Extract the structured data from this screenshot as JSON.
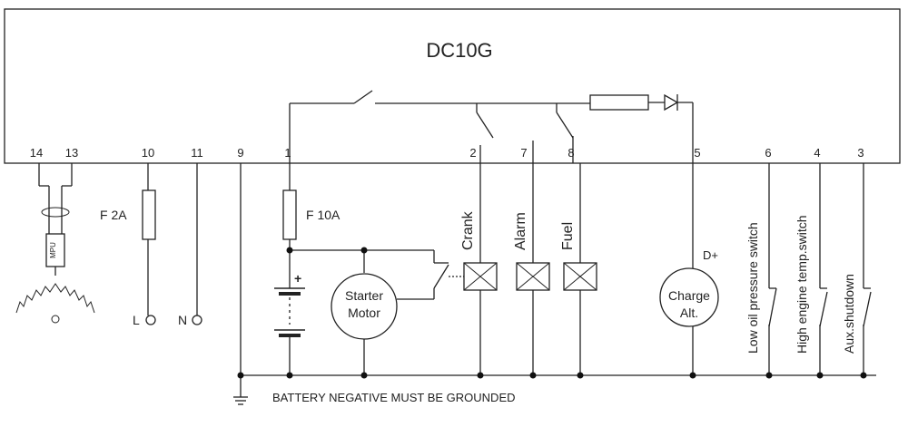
{
  "controller": {
    "title": "DC10G"
  },
  "terminals": [
    {
      "id": "t14",
      "label": "14"
    },
    {
      "id": "t13",
      "label": "13"
    },
    {
      "id": "t10",
      "label": "10"
    },
    {
      "id": "t11",
      "label": "11"
    },
    {
      "id": "t9",
      "label": "9"
    },
    {
      "id": "t1",
      "label": "1"
    },
    {
      "id": "t2",
      "label": "2"
    },
    {
      "id": "t7",
      "label": "7"
    },
    {
      "id": "t8",
      "label": "8"
    },
    {
      "id": "t5",
      "label": "5"
    },
    {
      "id": "t6",
      "label": "6"
    },
    {
      "id": "t4",
      "label": "4"
    },
    {
      "id": "t3",
      "label": "3"
    }
  ],
  "fuses": {
    "f2": "F 2A",
    "f10": "F 10A"
  },
  "mains": {
    "line": "L",
    "neutral": "N"
  },
  "sensor": {
    "mpu": "MPU"
  },
  "battery": {
    "plus": "+"
  },
  "motor": {
    "line1": "Starter",
    "line2": "Motor"
  },
  "relays": {
    "crank": "Crank",
    "alarm": "Alarm",
    "fuel": "Fuel"
  },
  "alternator": {
    "line1": "Charge",
    "line2": "Alt.",
    "terminal": "D+"
  },
  "switches": {
    "oil": "Low oil pressure switch",
    "temp": "High engine temp.switch",
    "aux": "Aux.shutdown"
  },
  "ground_note": "BATTERY NEGATIVE MUST BE GROUNDED"
}
